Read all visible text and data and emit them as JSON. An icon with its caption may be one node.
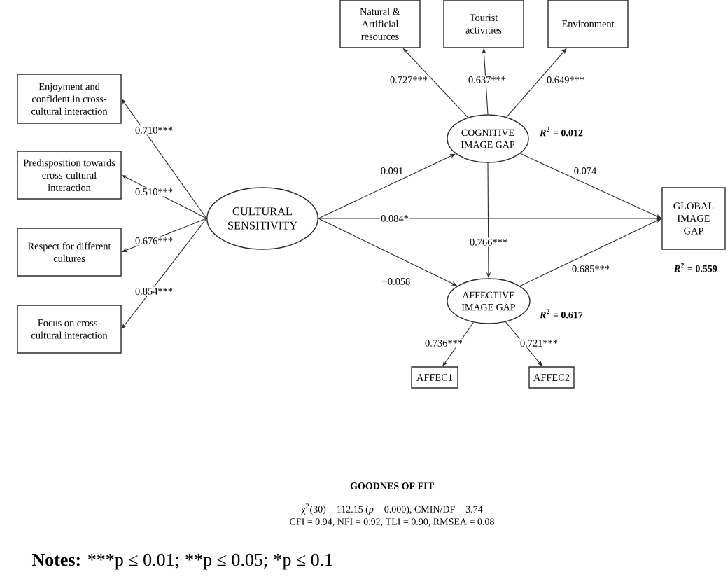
{
  "diagram": {
    "nodes": [
      {
        "text": [
          "Enjoyment and confident in cross-cultural interaction"
        ]
      },
      {
        "text": [
          "Predisposition towards cross-cultural interaction"
        ]
      },
      {
        "text": [
          "Respect for different cultures"
        ]
      },
      {
        "text": [
          "Focus on cross-cultural interaction"
        ]
      },
      {
        "text": [
          "CULTURAL SENSITIVITY"
        ]
      },
      {
        "text": [
          "Natural & Artificial resources"
        ]
      },
      {
        "text": [
          "Tourist activities"
        ]
      },
      {
        "text": [
          "Environment"
        ]
      },
      {
        "text": [
          "COGNITIVE IMAGE GAP"
        ],
        "beside": [
          "*R*$^{2}$ = 0.012"
        ]
      },
      {
        "text": [
          "GLOBAL IMAGE GAP"
        ],
        "beside": [
          "*R*$^{2}$ = 0.559"
        ]
      },
      {
        "text": [
          "AFFECTIVE IMAGE GAP"
        ],
        "beside": [
          "*R*$^{2}$ = 0.617"
        ]
      },
      {
        "text": [
          "AFFEC1"
        ]
      },
      {
        "text": [
          "AFFEC2"
        ]
      }
    ],
    "edges": [
      {
        "from": 4,
        "to": 0,
        "arrow": "to",
        "label": "0.710***"
      },
      {
        "from": 4,
        "to": 1,
        "arrow": "to",
        "label": "0.510***"
      },
      {
        "from": 4,
        "to": 2,
        "arrow": "to",
        "label": "0.676***"
      },
      {
        "from": 4,
        "to": 3,
        "arrow": "to",
        "label": "0.854***"
      },
      {
        "from": 8,
        "to": 5,
        "arrow": "to",
        "label": "0.727***"
      },
      {
        "from": 8,
        "to": 6,
        "arrow": "to",
        "label": "0.637***"
      },
      {
        "from": 8,
        "to": 7,
        "arrow": "to",
        "label": "0.649***"
      },
      {
        "from": 4,
        "to": 8,
        "arrow": "to",
        "label": "0.091"
      },
      {
        "from": 4,
        "to": 9,
        "arrow": "to",
        "label": "0.084*"
      },
      {
        "from": 4,
        "to": 10,
        "arrow": "to",
        "label": "−0.058"
      },
      {
        "from": 8,
        "to": 9,
        "arrow": "to",
        "label": "0.074"
      },
      {
        "from": 8,
        "to": 10,
        "arrow": "to",
        "label": "0.766***"
      },
      {
        "from": 10,
        "to": 9,
        "arrow": "to",
        "label": "0.685***"
      },
      {
        "from": 10,
        "to": 11,
        "arrow": "to",
        "label": "0.736***"
      },
      {
        "from": 10,
        "to": 12,
        "arrow": "to",
        "label": "0.721***"
      }
    ],
    "labels": [
      "GOODNES OF FIT",
      "χ$^{2}$(30) = 112.15 (*p* = 0.000), CMIN/DF = 3.74",
      "CFI = 0.94, NFI = 0.92, TLI = 0.90, RMSEA = 0.08",
      "**Notes:** ***p ≤ 0.01;",
      "**p ≤ 0.05;",
      "*p ≤ 0.1"
    ]
  }
}
